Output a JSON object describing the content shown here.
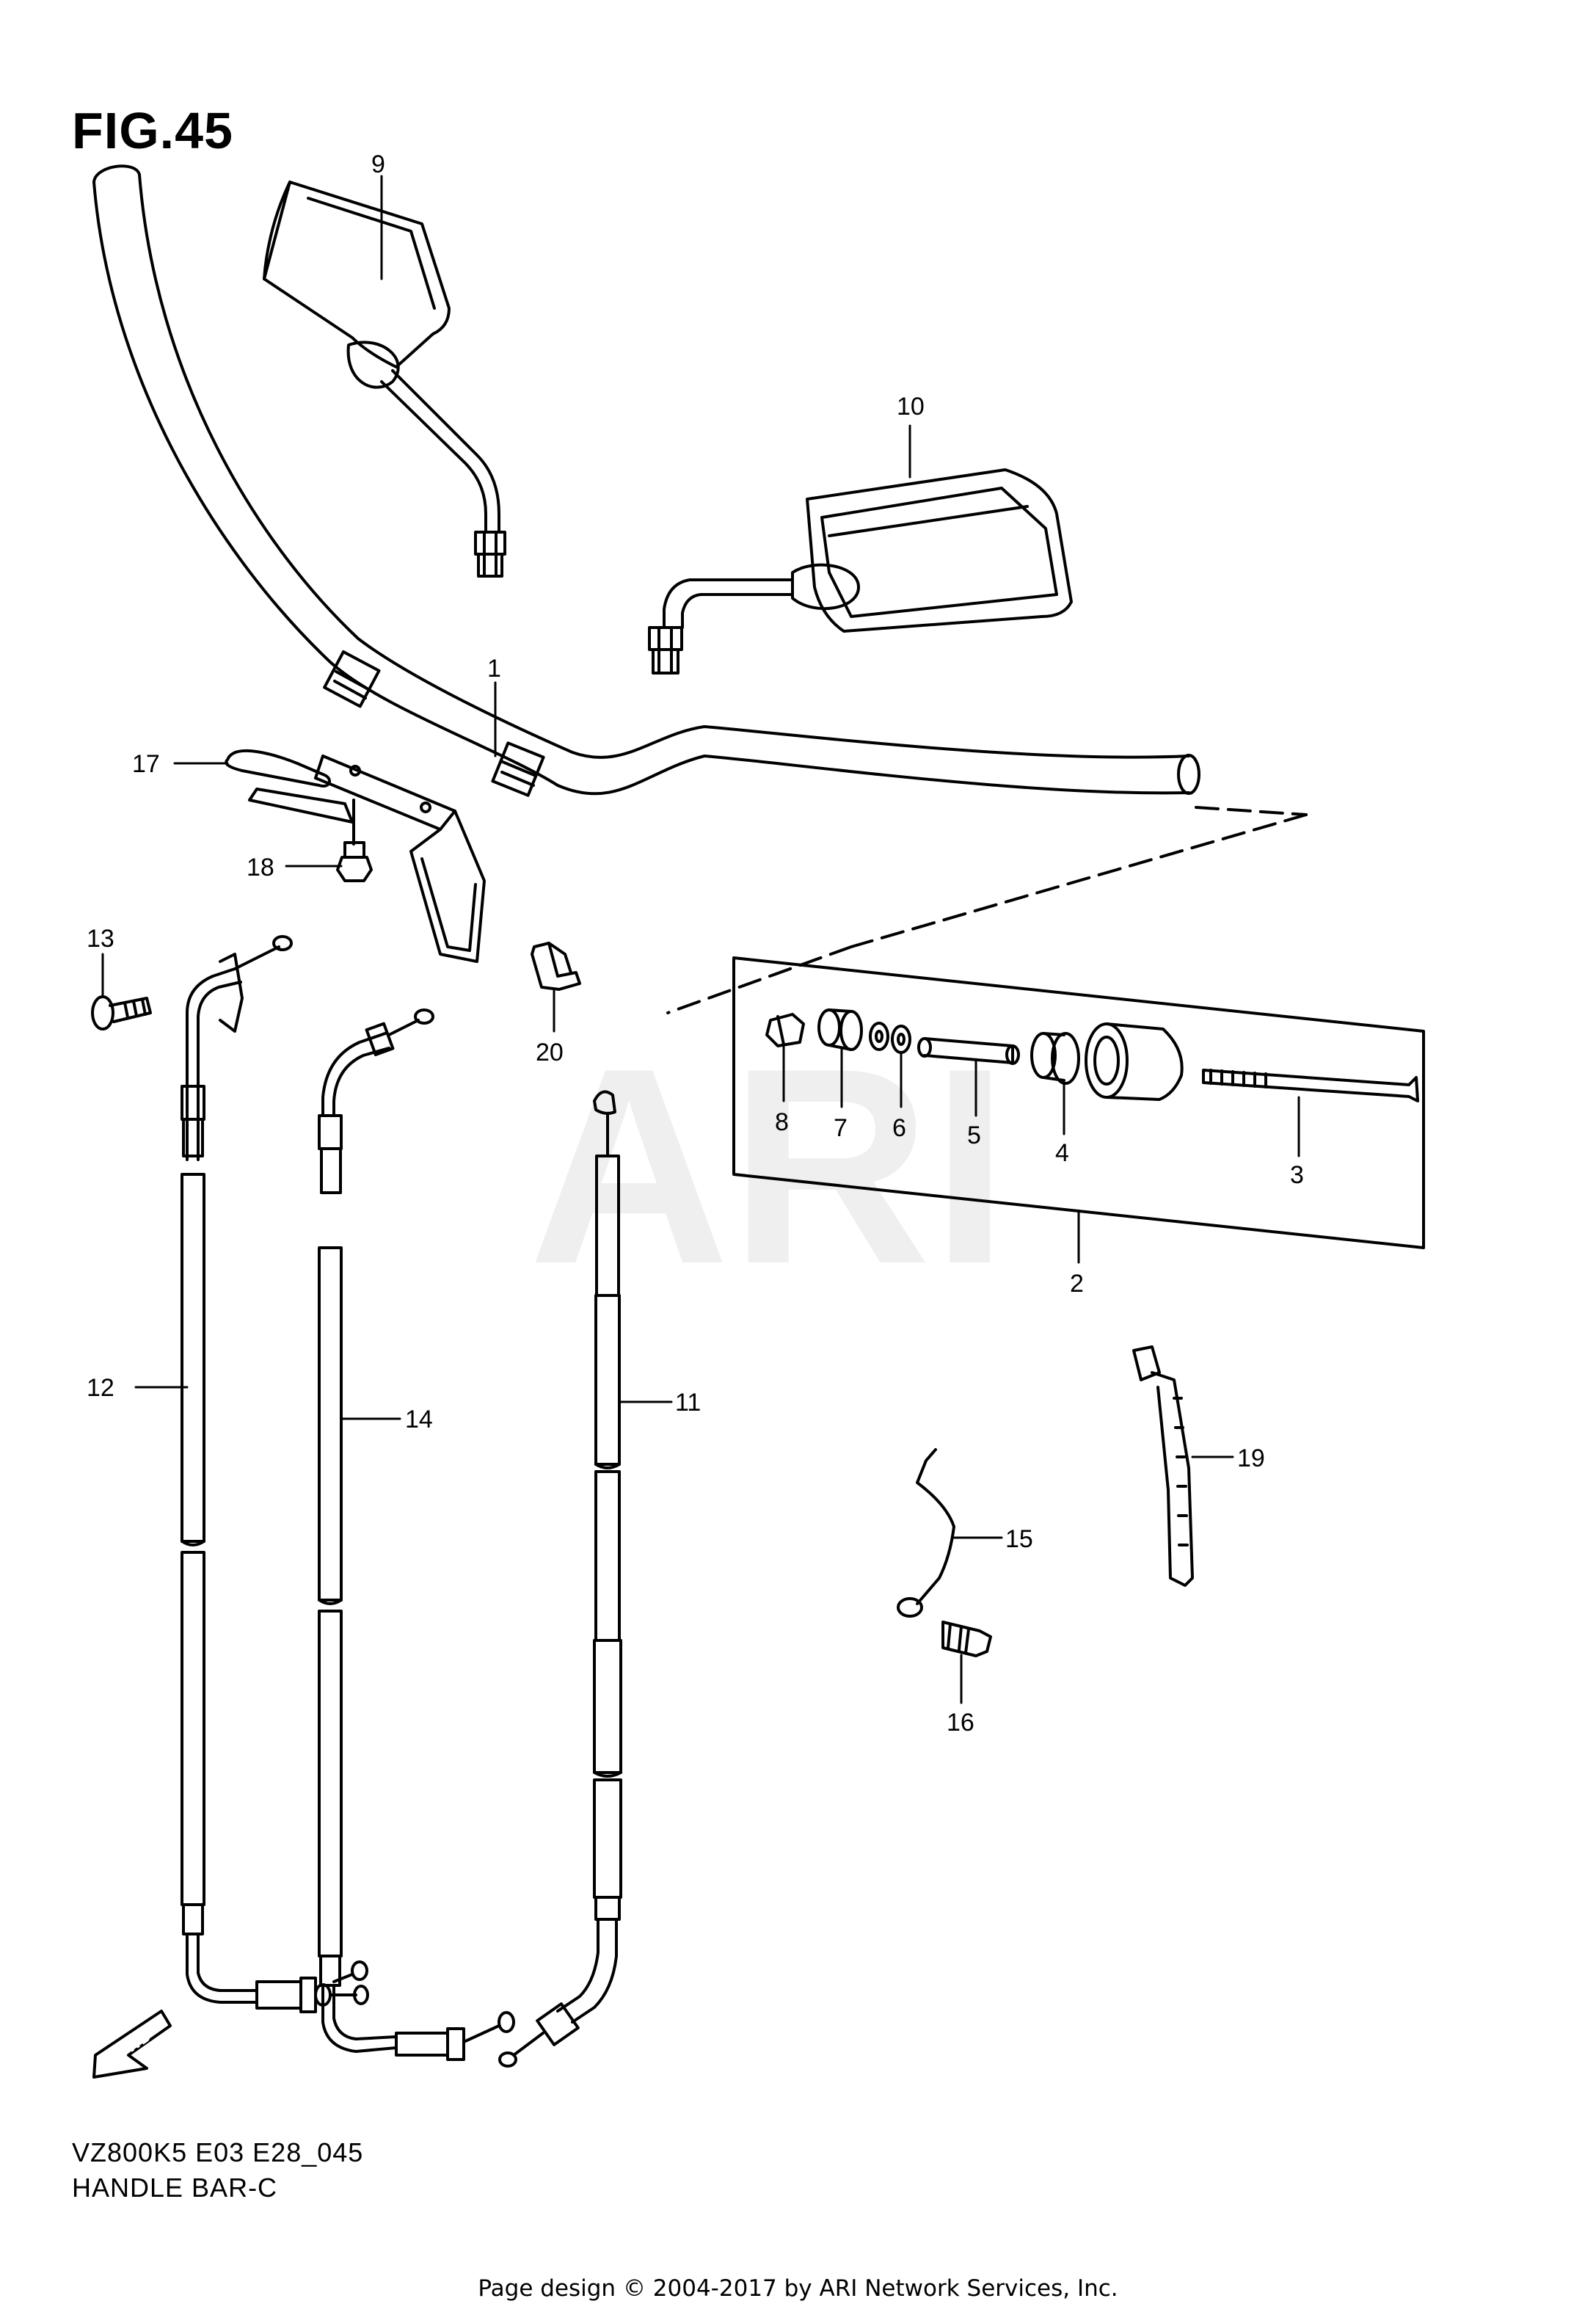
{
  "figure": {
    "title": "FIG.45"
  },
  "watermark": "ARI",
  "fwd_label": "FWD",
  "callouts": [
    {
      "id": "1",
      "label": "1"
    },
    {
      "id": "2",
      "label": "2"
    },
    {
      "id": "3",
      "label": "3"
    },
    {
      "id": "4",
      "label": "4"
    },
    {
      "id": "5",
      "label": "5"
    },
    {
      "id": "6",
      "label": "6"
    },
    {
      "id": "7",
      "label": "7"
    },
    {
      "id": "8",
      "label": "8"
    },
    {
      "id": "9",
      "label": "9"
    },
    {
      "id": "10",
      "label": "10"
    },
    {
      "id": "11",
      "label": "11"
    },
    {
      "id": "12",
      "label": "12"
    },
    {
      "id": "13",
      "label": "13"
    },
    {
      "id": "14",
      "label": "14"
    },
    {
      "id": "15",
      "label": "15"
    },
    {
      "id": "16",
      "label": "16"
    },
    {
      "id": "17",
      "label": "17"
    },
    {
      "id": "18",
      "label": "18"
    },
    {
      "id": "19",
      "label": "19"
    },
    {
      "id": "20",
      "label": "20"
    }
  ],
  "model_code": "VZ800K5 E03 E28_045",
  "section_name": "HANDLE BAR-C",
  "footer": "Page design © 2004-2017 by ARI Network Services, Inc."
}
